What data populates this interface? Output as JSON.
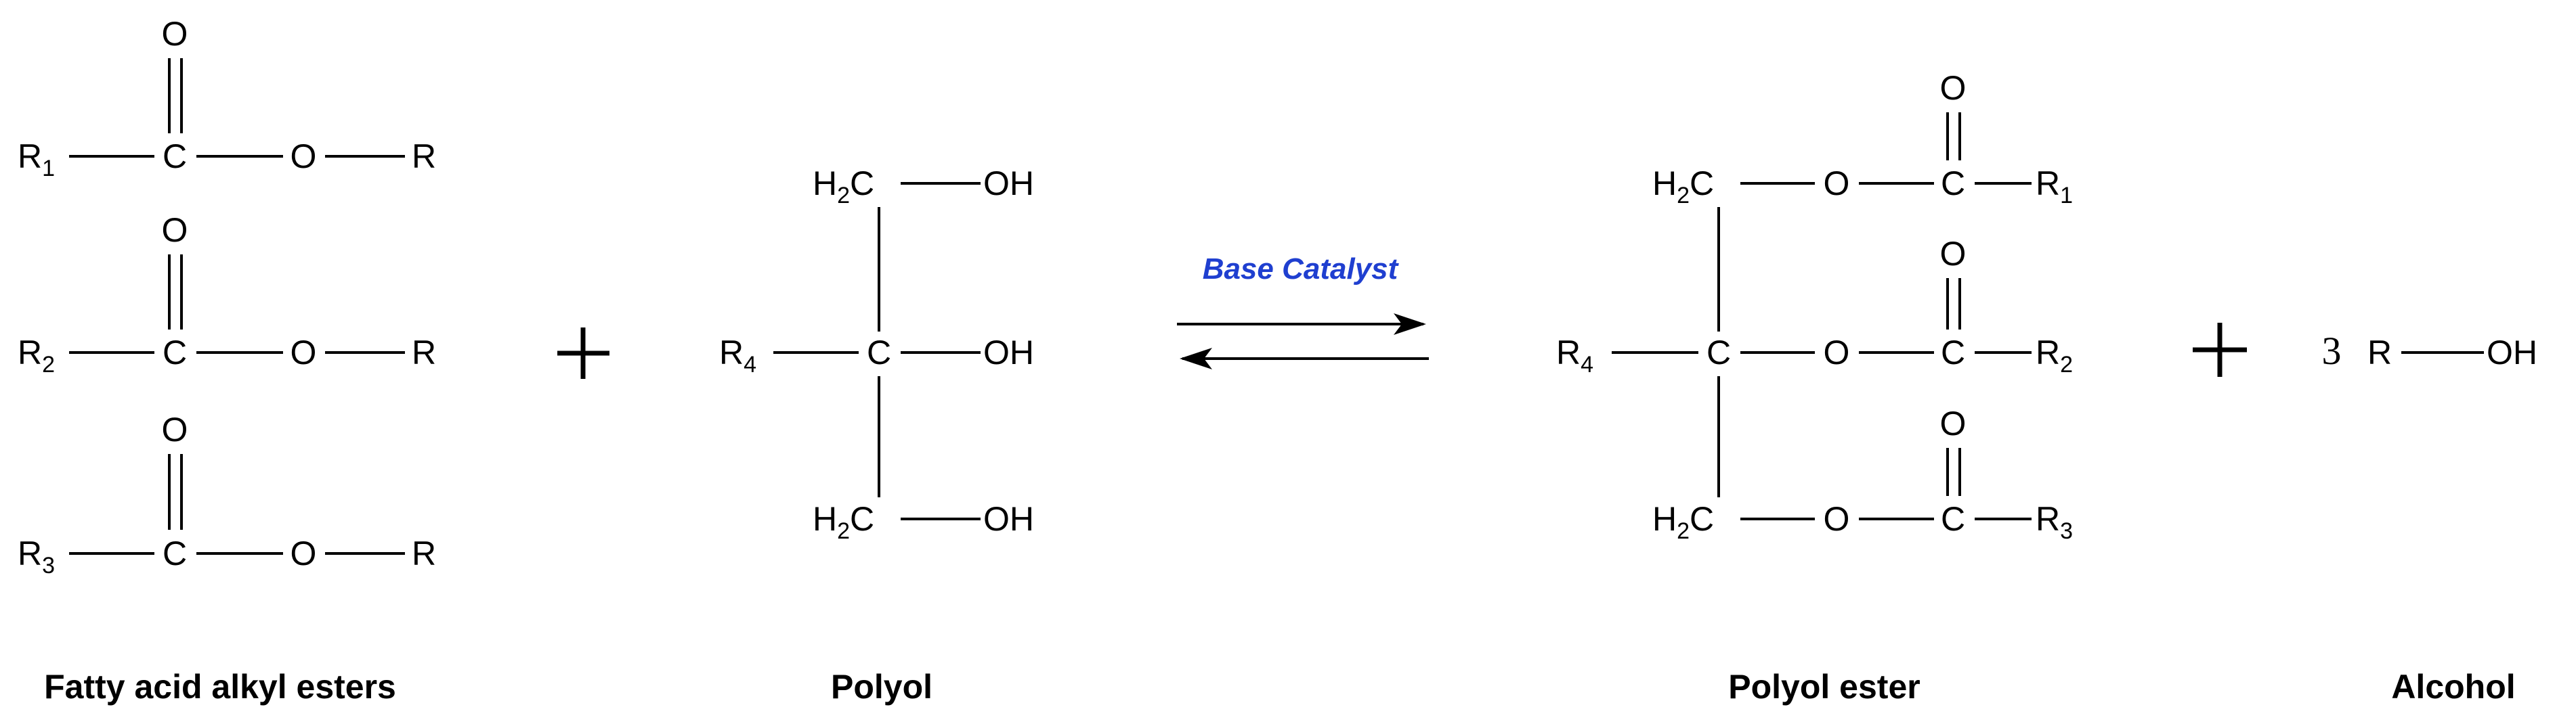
{
  "atoms": {
    "carbon": "C",
    "oxygen": "O",
    "h2c": "H",
    "h2c_sub": "2",
    "h2c_tail": "C",
    "oh": "OH",
    "r": "R",
    "r1_sub": "1",
    "r2_sub": "2",
    "r3_sub": "3",
    "r4_sub": "4"
  },
  "reaction": {
    "catalyst": "Base Catalyst",
    "alcohol_coefficient": "3"
  },
  "captions": {
    "reactant_1": "Fatty acid alkyl esters",
    "reactant_2": "Polyol",
    "product_1": "Polyol ester",
    "product_2": "Alcohol"
  },
  "colors": {
    "catalyst_text": "#1f3fd0",
    "ink": "#000000"
  }
}
